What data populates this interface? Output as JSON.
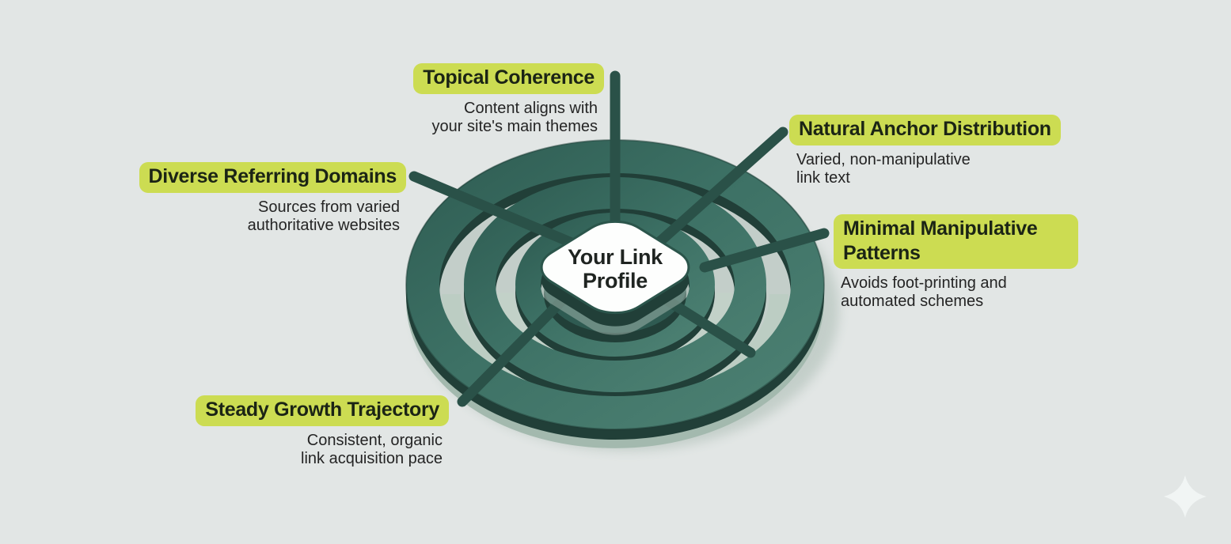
{
  "center": {
    "title": "Your Link\nProfile"
  },
  "callouts": [
    {
      "id": "topical-coherence",
      "title": "Topical Coherence",
      "description": "Content aligns with\nyour site's main themes",
      "align": "right"
    },
    {
      "id": "natural-anchor-distribution",
      "title": "Natural Anchor Distribution",
      "description": "Varied, non-manipulative\nlink text",
      "align": "left"
    },
    {
      "id": "minimal-manipulative-patterns",
      "title": "Minimal Manipulative Patterns",
      "description": "Avoids foot-printing and\nautomated schemes",
      "align": "left"
    },
    {
      "id": "diverse-referring-domains",
      "title": "Diverse Referring Domains",
      "description": "Sources from varied\nauthoritative websites",
      "align": "right"
    },
    {
      "id": "steady-growth-trajectory",
      "title": "Steady Growth Trajectory",
      "description": "Consistent, organic\nlink acquisition pace",
      "align": "right"
    }
  ],
  "colors": {
    "background": "#e2e6e5",
    "highlight_pill": "#ccdc52",
    "ring_teal_light": "#4d8173",
    "ring_teal_dark": "#33655a",
    "ring_underside": "#213f38",
    "spoke": "#2a5148",
    "pale_rim": "#a3b9ae",
    "title_text": "#1b2415",
    "body_text": "#242424",
    "center_fill": "#fdfefd"
  },
  "icons": {
    "sparkle": "four-point-star"
  }
}
